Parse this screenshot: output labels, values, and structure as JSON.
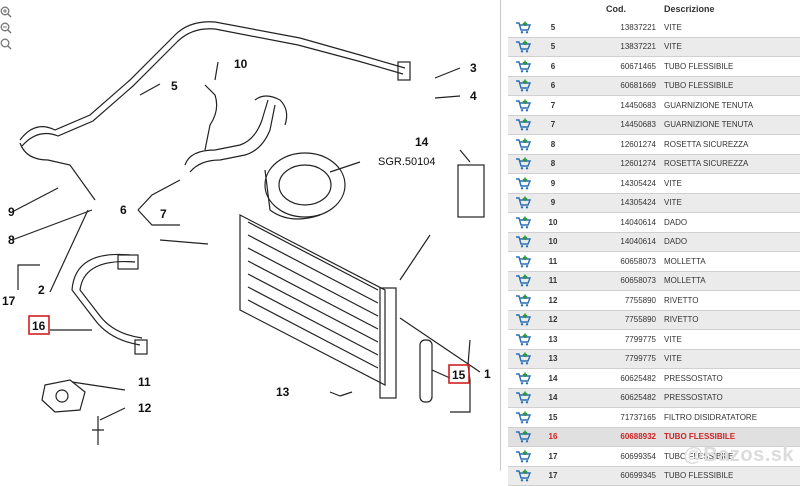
{
  "diagram": {
    "part_label": "SGR.50104",
    "callouts": [
      "1",
      "2",
      "3",
      "4",
      "5",
      "6",
      "7",
      "8",
      "9",
      "10",
      "11",
      "12",
      "13",
      "14",
      "15",
      "16",
      "17"
    ]
  },
  "table": {
    "headers": {
      "code": "Cod.",
      "description": "Descrizione"
    },
    "rows": [
      {
        "num": "5",
        "code": "13837221",
        "desc": "VITE"
      },
      {
        "num": "5",
        "code": "13837221",
        "desc": "VITE"
      },
      {
        "num": "6",
        "code": "60671465",
        "desc": "TUBO FLESSIBILE"
      },
      {
        "num": "6",
        "code": "60681669",
        "desc": "TUBO FLESSIBILE"
      },
      {
        "num": "7",
        "code": "14450683",
        "desc": "GUARNIZIONE TENUTA"
      },
      {
        "num": "7",
        "code": "14450683",
        "desc": "GUARNIZIONE TENUTA"
      },
      {
        "num": "8",
        "code": "12601274",
        "desc": "ROSETTA SICUREZZA"
      },
      {
        "num": "8",
        "code": "12601274",
        "desc": "ROSETTA SICUREZZA"
      },
      {
        "num": "9",
        "code": "14305424",
        "desc": "VITE"
      },
      {
        "num": "9",
        "code": "14305424",
        "desc": "VITE"
      },
      {
        "num": "10",
        "code": "14040614",
        "desc": "DADO"
      },
      {
        "num": "10",
        "code": "14040614",
        "desc": "DADO"
      },
      {
        "num": "11",
        "code": "60658073",
        "desc": "MOLLETTA"
      },
      {
        "num": "11",
        "code": "60658073",
        "desc": "MOLLETTA"
      },
      {
        "num": "12",
        "code": "7755890",
        "desc": "RIVETTO"
      },
      {
        "num": "12",
        "code": "7755890",
        "desc": "RIVETTO"
      },
      {
        "num": "13",
        "code": "7799775",
        "desc": "VITE"
      },
      {
        "num": "13",
        "code": "7799775",
        "desc": "VITE"
      },
      {
        "num": "14",
        "code": "60625482",
        "desc": "PRESSOSTATO"
      },
      {
        "num": "14",
        "code": "60625482",
        "desc": "PRESSOSTATO"
      },
      {
        "num": "15",
        "code": "71737165",
        "desc": "FILTRO DISIDRATATORE"
      },
      {
        "num": "16",
        "code": "60688932",
        "desc": "TUBO FLESSIBILE",
        "highlight": true
      },
      {
        "num": "17",
        "code": "60699354",
        "desc": "TUBO FLESSIBILE"
      },
      {
        "num": "17",
        "code": "60699345",
        "desc": "TUBO FLESSIBILE"
      }
    ]
  },
  "watermark": "@Bazos.sk",
  "colors": {
    "highlight_text": "#d02020",
    "row_alt": "#ebebeb",
    "cart_blue": "#2a6fb5"
  },
  "icons": [
    "zoom-in-icon",
    "zoom-out-icon",
    "cart-add-icon"
  ]
}
